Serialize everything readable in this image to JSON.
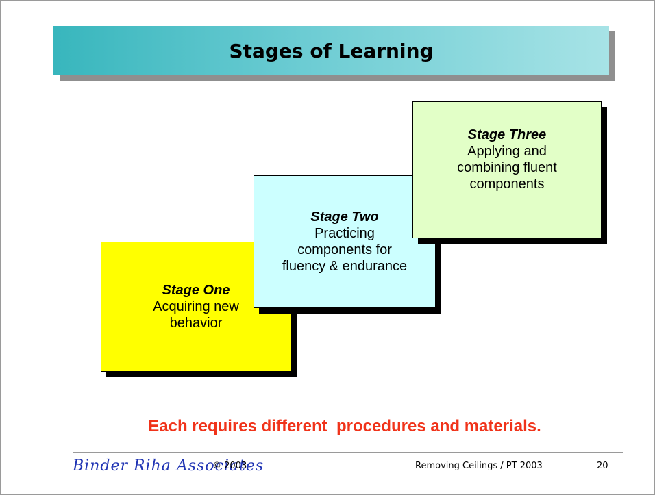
{
  "slide": {
    "title": "Stages of Learning",
    "stages": [
      {
        "name": "Stage One",
        "lines": [
          "Acquiring new",
          "behavior"
        ],
        "color": "#ffff00"
      },
      {
        "name": "Stage Two",
        "lines": [
          "Practicing",
          "components for",
          "fluency & endurance"
        ],
        "color": "#ccffff"
      },
      {
        "name": "Stage Three",
        "lines": [
          "Applying and",
          "combining fluent",
          "components"
        ],
        "color": "#e2ffc7"
      }
    ],
    "tagline": "Each requires different  procedures and materials.",
    "tagline_color": "#f0331a"
  },
  "footer": {
    "brand": "Binder Riha Associates",
    "copyright": "© 2003",
    "presentation": "Removing Ceilings / PT 2003",
    "page_number": "20",
    "brand_color": "#2034b4"
  }
}
